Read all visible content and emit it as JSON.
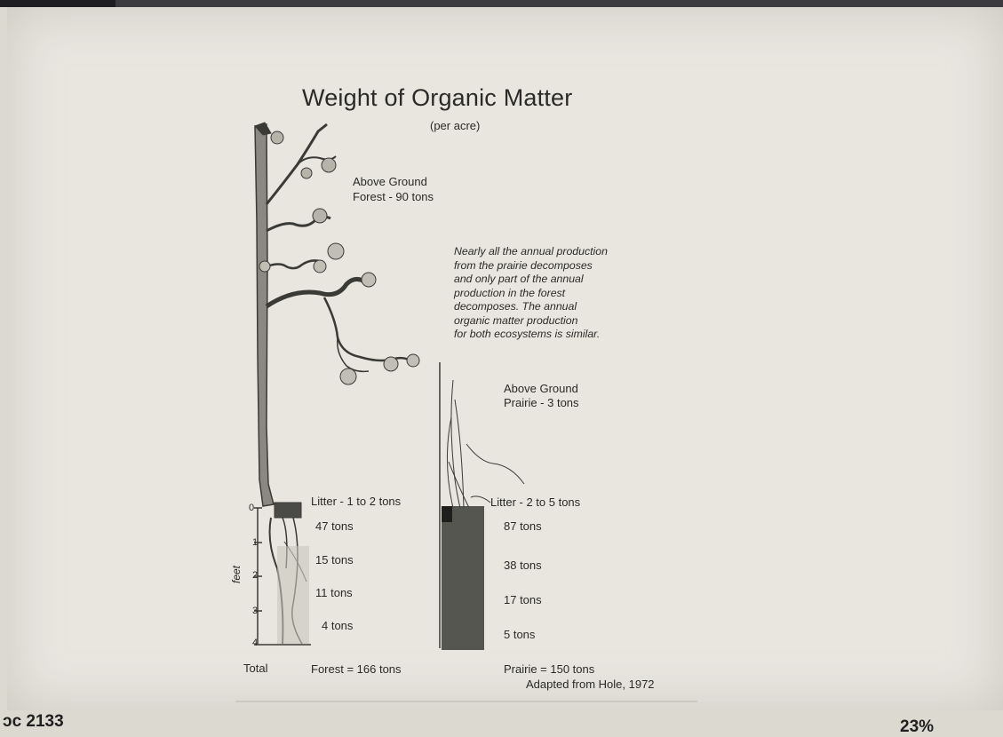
{
  "slide": {
    "title": "Weight of Organic Matter",
    "subtitle": "(per acre)",
    "forest_above_1": "Above Ground",
    "forest_above_2": "Forest  - 90 tons",
    "note_lines": [
      "Nearly all the annual production",
      "from the prairie decomposes",
      "and only part of the annual",
      "production in the forest",
      "decomposes.  The annual",
      "organic matter production",
      "for both ecosystems is similar."
    ],
    "prairie_above_1": "Above Ground",
    "prairie_above_2": "Prairie - 3 tons",
    "forest_litter": "Litter - 1 to 2 tons",
    "prairie_litter": "Litter - 2 to 5 tons",
    "forest_layers": [
      "47 tons",
      "15 tons",
      "11 tons",
      "4 tons"
    ],
    "prairie_layers": [
      "87 tons",
      "38 tons",
      "17 tons",
      "5 tons"
    ],
    "depth_ticks": [
      "0",
      "1",
      "2",
      "3",
      "4"
    ],
    "depth_axis_label": "feet",
    "total_label": "Total",
    "forest_total": "Forest = 166 tons",
    "prairie_total": "Prairie = 150 tons",
    "source": "Adapted from Hole, 1972"
  },
  "page_footer": {
    "left_text": "ɔc 2133",
    "right_text": "23%"
  },
  "colors": {
    "paper": "#e8e6df",
    "ink": "#2a2a28",
    "background": "#dcdad0"
  }
}
